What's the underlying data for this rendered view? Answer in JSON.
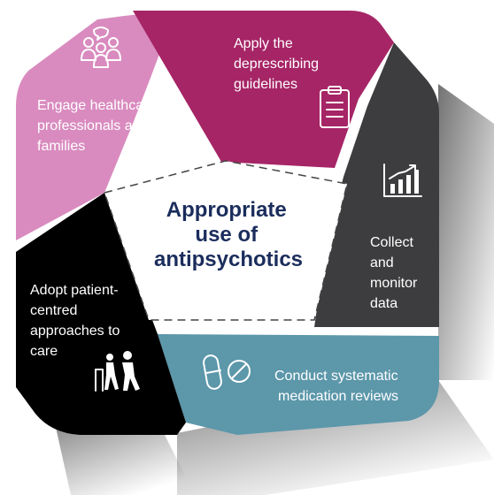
{
  "center": {
    "lines": [
      "Appropriate",
      "use of",
      "antipsychotics"
    ]
  },
  "segments": [
    {
      "id": "engage",
      "color": "#d98bbf",
      "icon": "people-group-icon",
      "lines": [
        "Engage healthcare",
        "professionals and",
        "families"
      ]
    },
    {
      "id": "apply",
      "color": "#a62566",
      "icon": "clipboard-icon",
      "lines": [
        "Apply the",
        "deprescribing",
        "guidelines"
      ]
    },
    {
      "id": "collect",
      "color": "#3d3d3f",
      "icon": "bar-chart-icon",
      "lines": [
        "Collect",
        "and",
        "monitor",
        "data"
      ]
    },
    {
      "id": "conduct",
      "color": "#5c97aa",
      "icon": "pills-icon",
      "lines": [
        "Conduct systematic",
        "medication reviews"
      ]
    },
    {
      "id": "adopt",
      "color": "#000000",
      "icon": "walking-assist-icon",
      "lines": [
        "Adopt patient-",
        "centred",
        "approaches to",
        "care"
      ]
    }
  ]
}
